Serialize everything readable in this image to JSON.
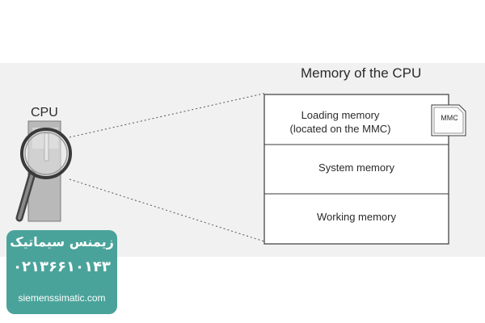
{
  "diagram": {
    "title": "Memory of the CPU",
    "cpu_label": "CPU",
    "memory_rows": [
      {
        "lines": [
          "Loading memory",
          "(located on the MMC)"
        ]
      },
      {
        "lines": [
          "System memory"
        ]
      },
      {
        "lines": [
          "Working memory"
        ]
      }
    ],
    "mmc_label": "MMC",
    "icons": [
      "magnifier-icon",
      "sd-card-icon"
    ]
  },
  "watermark": {
    "title": "زیمنس سیماتیک",
    "phone": "۰۲۱۳۶۶۱۰۱۴۳",
    "website": "siemenssimatic.com",
    "color": "#4aa39a"
  }
}
